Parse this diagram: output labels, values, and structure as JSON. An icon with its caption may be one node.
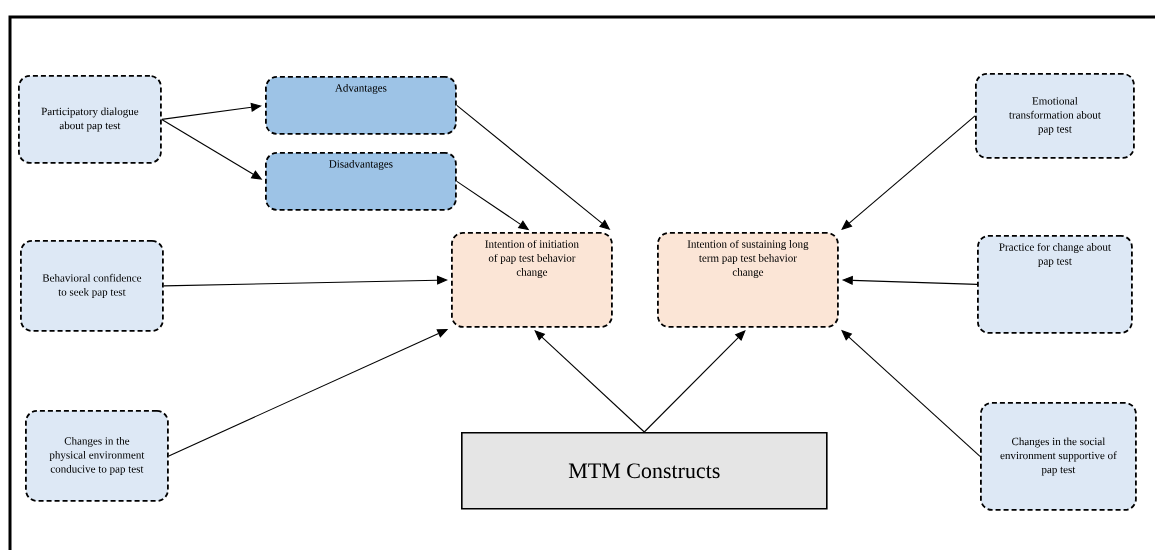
{
  "diagram": {
    "nodes": [
      {
        "text": [
          "Participatory dialogue about pap test"
        ]
      },
      {
        "text": [
          "Advantages"
        ]
      },
      {
        "text": [
          "Disadvantages"
        ]
      },
      {
        "text": [
          "Behavioral confidence to seek pap test"
        ]
      },
      {
        "text": [
          "Intention of initiation of pap test behavior change"
        ]
      },
      {
        "text": [
          "Intention of sustaining long term pap test behavior change"
        ]
      },
      {
        "text": [
          "Emotional transformation about pap test"
        ]
      },
      {
        "text": [
          "Practice for change about pap test"
        ]
      },
      {
        "text": [
          "Changes in the physical environment conducive to pap test"
        ]
      },
      {
        "text": [
          "MTM Constructs"
        ]
      },
      {
        "text": [
          "Changes in the social environment supportive of pap test"
        ]
      }
    ],
    "edges": [
      {
        "from": 0,
        "to": 1,
        "arrow": "to"
      },
      {
        "from": 0,
        "to": 2,
        "arrow": "to"
      },
      {
        "from": 1,
        "to": 4,
        "arrow": "to"
      },
      {
        "from": 2,
        "to": 4,
        "arrow": "to"
      },
      {
        "from": 3,
        "to": 4,
        "arrow": "to"
      },
      {
        "from": 8,
        "to": 4,
        "arrow": "to"
      },
      {
        "from": 9,
        "to": 4,
        "arrow": "to"
      },
      {
        "from": 9,
        "to": 5,
        "arrow": "to"
      },
      {
        "from": 6,
        "to": 5,
        "arrow": "to"
      },
      {
        "from": 7,
        "to": 5,
        "arrow": "to"
      },
      {
        "from": 10,
        "to": 5,
        "arrow": "to"
      }
    ]
  }
}
